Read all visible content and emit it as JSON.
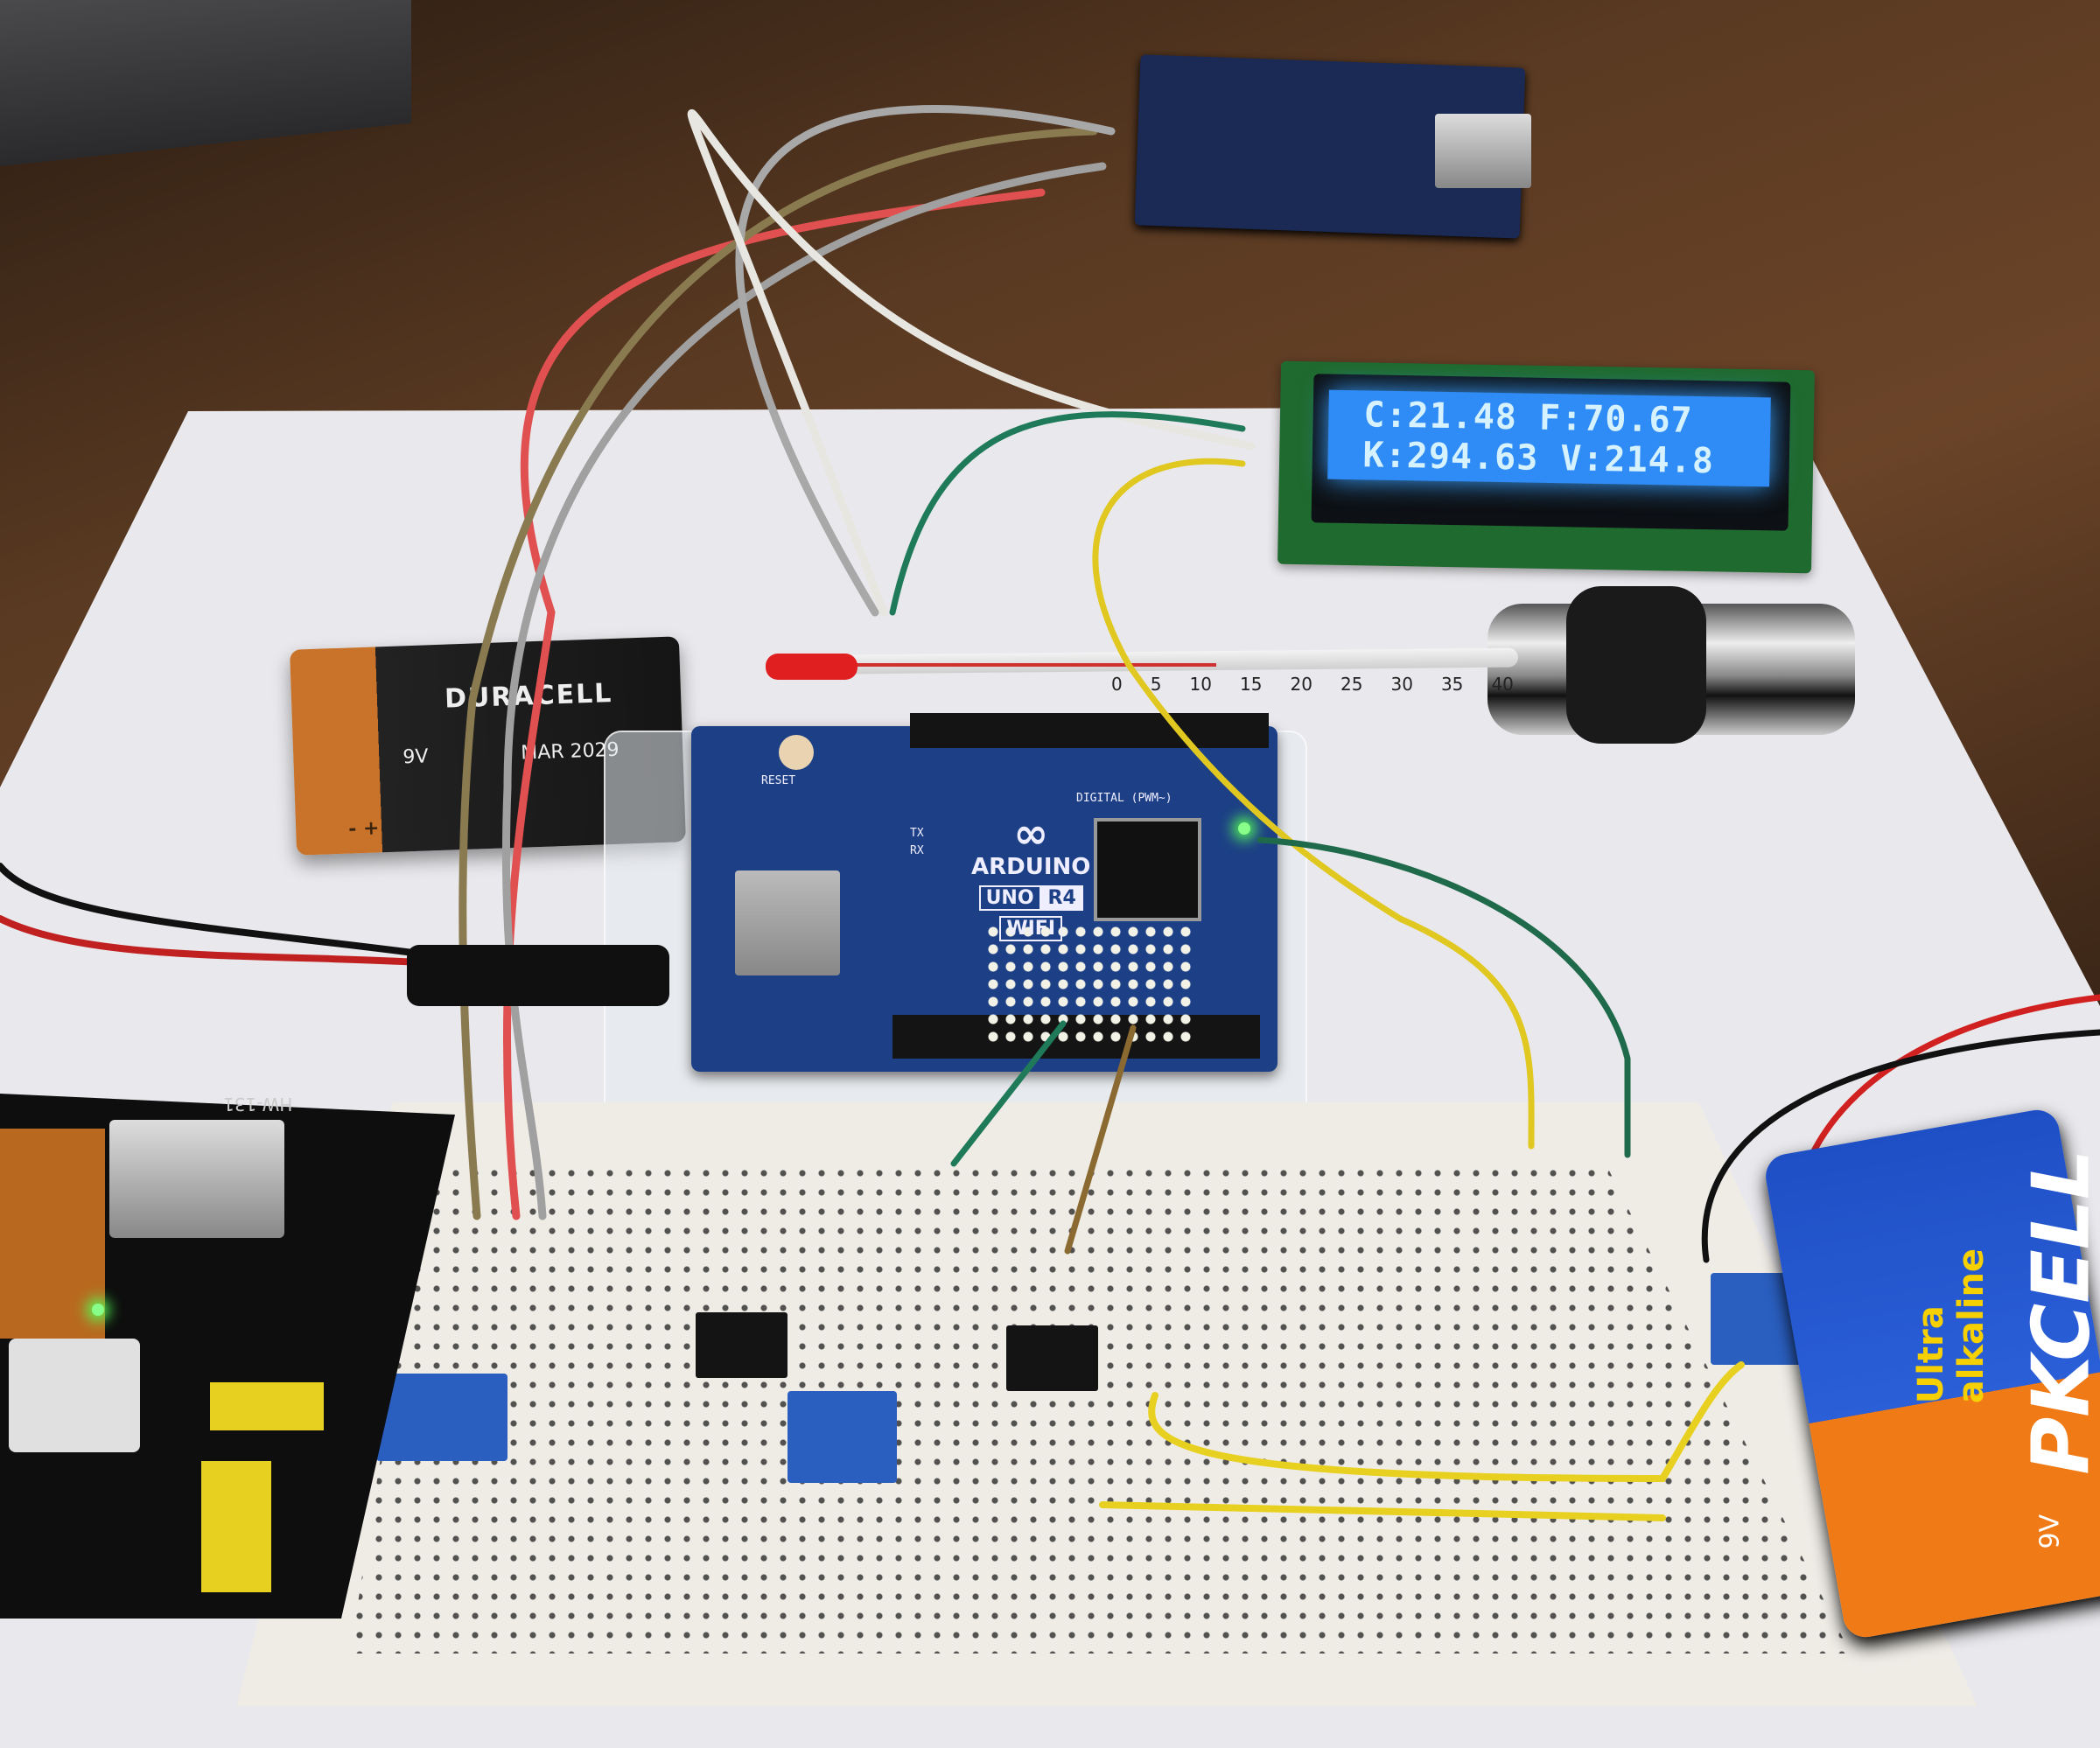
{
  "scene": "electronics-breadboard-photo",
  "lcd": {
    "line1": "C:21.48 F:70.67",
    "line2": "K:294.63 V:214.8",
    "backlight_color": "#2f8bf5"
  },
  "duracell_battery": {
    "brand": "DURACELL",
    "voltage": "9V",
    "expiry": "MAR 2029",
    "polarity": "- +"
  },
  "thermometer": {
    "scale": [
      "0",
      "5",
      "10",
      "15",
      "20",
      "25",
      "30",
      "35",
      "40"
    ]
  },
  "arduino": {
    "brand": "ARDUINO",
    "model": "UNO",
    "revision": "R4",
    "variant": "WIFI",
    "reset_label": "RESET",
    "digital_label": "DIGITAL (PWM~)",
    "tx_label": "TX",
    "rx_label": "RX",
    "board_color": "#1d3f86"
  },
  "power_module": {
    "label": "HW-131"
  },
  "pkcell_battery": {
    "brand": "PKCELL",
    "subtitle": "Ultra alkaline",
    "voltage": "9V"
  }
}
